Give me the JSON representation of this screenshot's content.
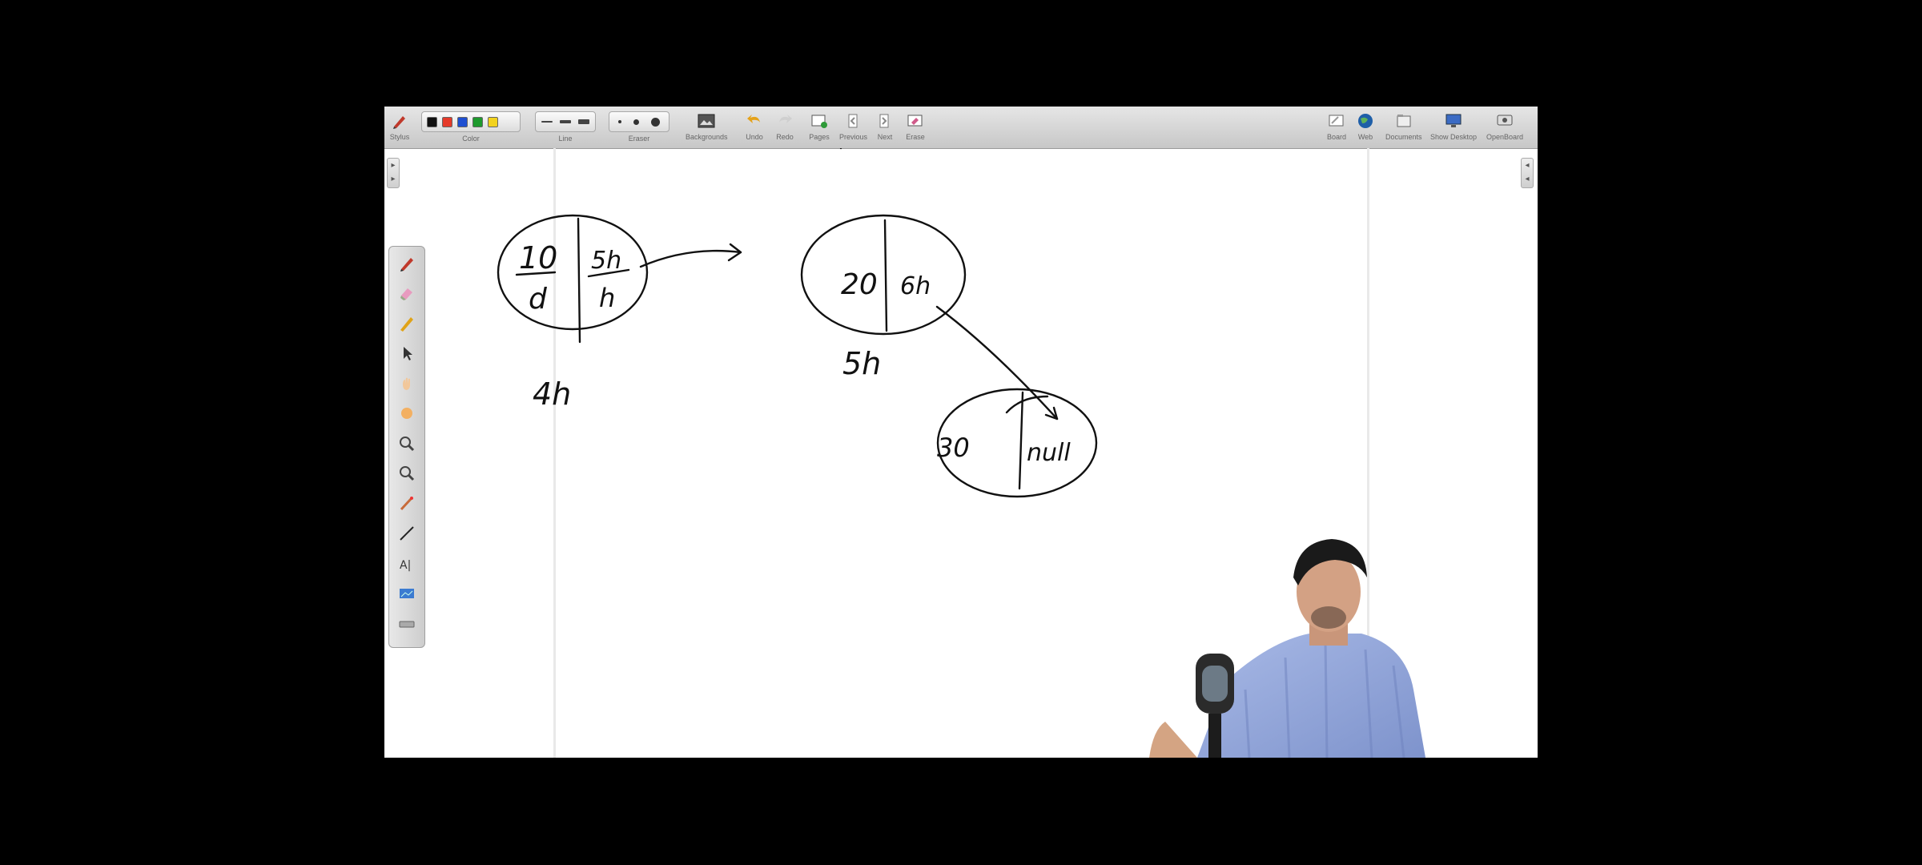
{
  "toolbar": {
    "stylus_label": "Stylus",
    "color_label": "Color",
    "line_label": "Line",
    "eraser_label": "Eraser",
    "backgrounds_label": "Backgrounds",
    "undo_label": "Undo",
    "redo_label": "Redo",
    "pages_label": "Pages",
    "previous_label": "Previous",
    "next_label": "Next",
    "erase_label": "Erase",
    "board_label": "Board",
    "web_label": "Web",
    "documents_label": "Documents",
    "show_desktop_label": "Show Desktop",
    "openboard_label": "OpenBoard",
    "colors": [
      "#111111",
      "#e53a2a",
      "#1f4fd1",
      "#1e9a2e",
      "#f2d21e"
    ]
  },
  "palette": {
    "tools": [
      "pen-icon",
      "eraser-icon",
      "marker-icon",
      "selector-icon",
      "hand-icon",
      "play-icon",
      "zoom-in-icon",
      "zoom-out-icon",
      "laser-pointer-icon",
      "line-icon",
      "text-icon",
      "capture-icon",
      "keyboard-icon"
    ]
  },
  "board": {
    "node1": {
      "value_num": "10",
      "value_den": "d",
      "next_num": "5h",
      "next_den": "h",
      "address": "4h"
    },
    "node2": {
      "value": "20",
      "next": "6h",
      "address": "5h"
    },
    "node3": {
      "value": "30",
      "next": "null"
    }
  }
}
